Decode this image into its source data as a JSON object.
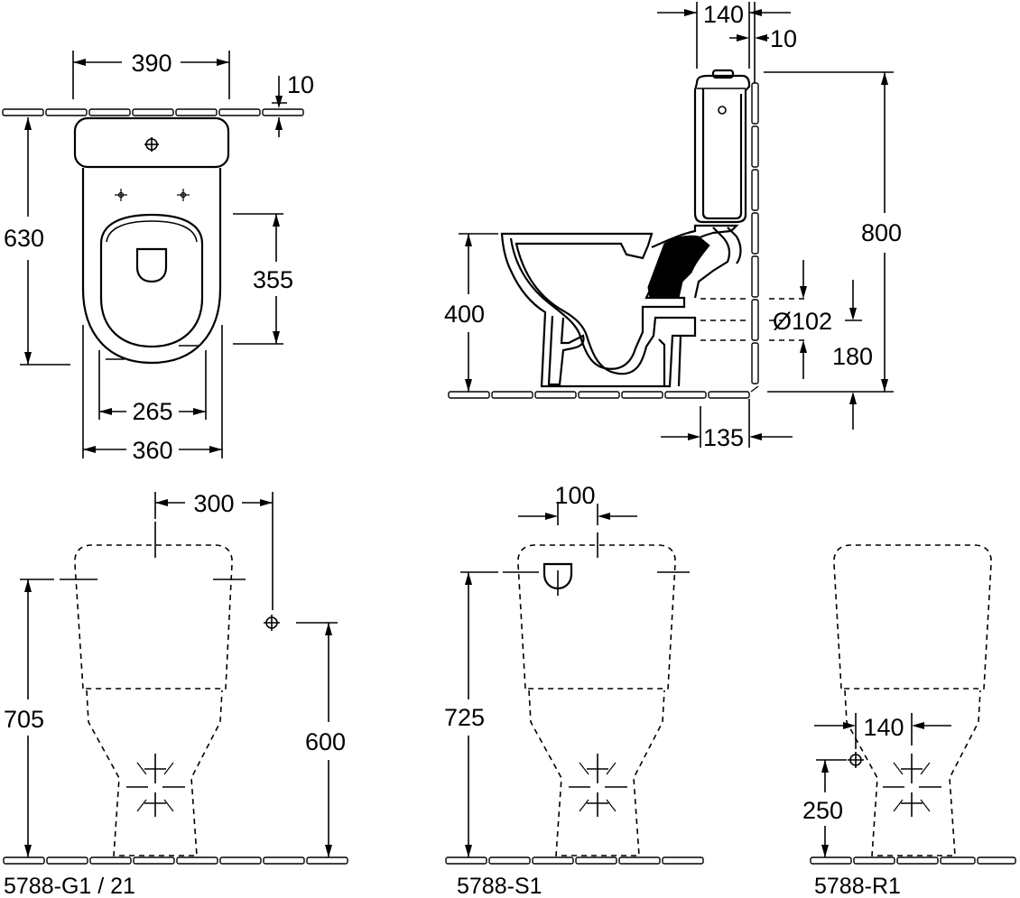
{
  "top_view": {
    "dims": {
      "width_seat": "390",
      "wall_gap": "10",
      "depth": "630",
      "seat_depth": "355",
      "inner_width": "265",
      "outer_width": "360"
    }
  },
  "side_view": {
    "dims": {
      "cistern_width": "140",
      "wall_gap": "10",
      "height": "800",
      "bowl_height": "400",
      "outlet_diameter": "Ø102",
      "outlet_height": "180",
      "outlet_offset": "135"
    }
  },
  "front_views": [
    {
      "caption": "5788-G1 / 21",
      "dims": {
        "offset": "300",
        "height": "705",
        "inlet_height": "600"
      }
    },
    {
      "caption": "5788-S1",
      "dims": {
        "spacing": "100",
        "height": "725"
      }
    },
    {
      "caption": "5788-R1",
      "dims": {
        "spacing": "140",
        "inlet_height": "250"
      }
    }
  ]
}
